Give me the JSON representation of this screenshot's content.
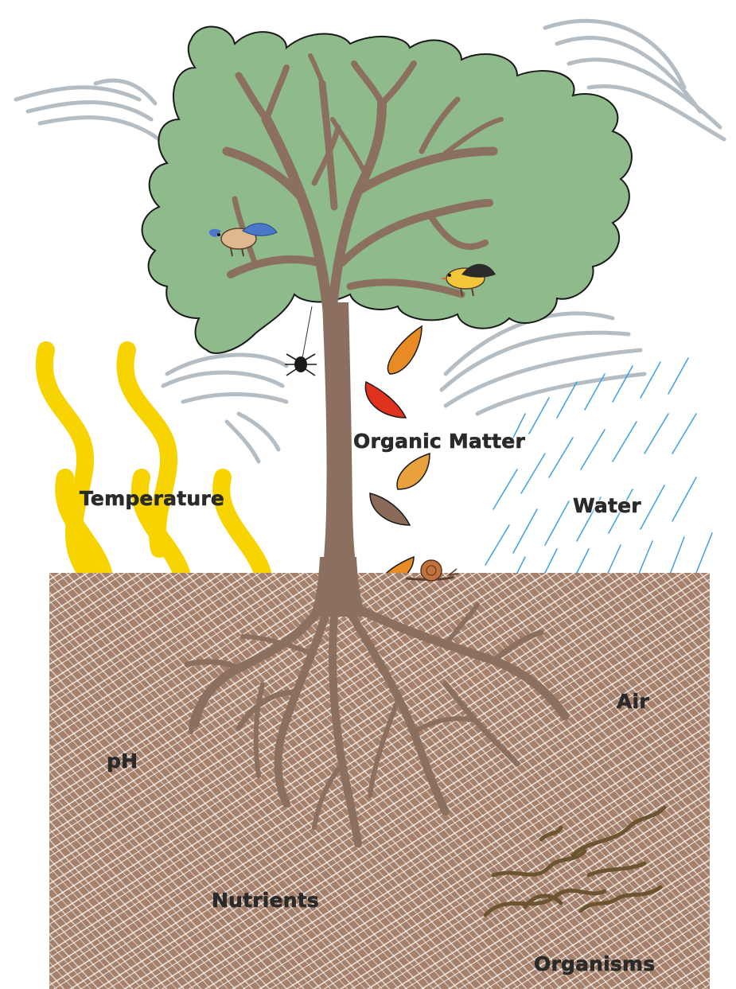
{
  "labels": {
    "organic_matter": "Organic Matter",
    "temperature": "Temperature",
    "water": "Water",
    "air": "Air",
    "ph": "pH",
    "nutrients": "Nutrients",
    "organisms": "Organisms"
  },
  "colors": {
    "soil": "#a5806a",
    "soil_hatch": "#ffffff",
    "canopy": "#8fba8c",
    "trunk": "#8b7060",
    "heat_waves": "#f7d300",
    "rain": "#3fa0e0",
    "wind": "#b4bcc4",
    "worms": "#6b5530",
    "leaf_orange": "#e98b24",
    "leaf_red": "#e0321e",
    "leaf_tan": "#e8a13c",
    "leaf_brown": "#8a6a58"
  },
  "icons": {
    "birds": [
      "blue-jay-icon",
      "goldfinch-icon"
    ],
    "spider": "spider-icon",
    "snail": "snail-icon"
  }
}
